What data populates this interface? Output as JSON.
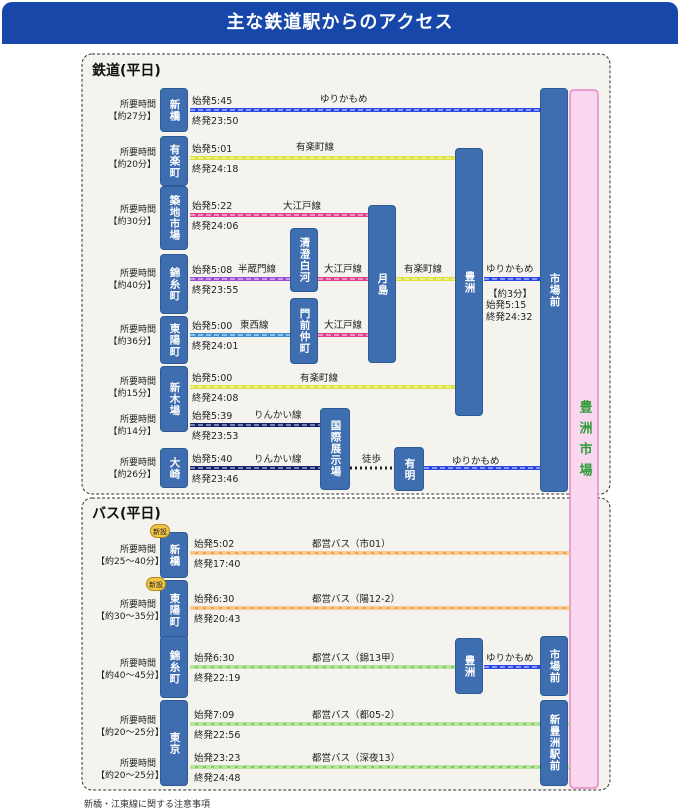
{
  "page_title": "主な鉄道駅からのアクセス",
  "sections": {
    "rail": "鉄道(平日)",
    "bus": "バス(平日)"
  },
  "colors": {
    "header": "#1747a8",
    "station": "#3f6eb0",
    "yurikamome": "#2b46e6",
    "yurakucho": "#dde23c",
    "oedo": "#e0408e",
    "hanzomon": "#9a4ed8",
    "tozai": "#3a8fd0",
    "rinkai": "#12236b",
    "bus_orange": "#f6a040",
    "bus_green": "#7ed152",
    "market": "#f9d7ef",
    "market_border": "#e887c8",
    "badge": "#f3c648"
  },
  "stations": {
    "shimbashi": "新橋",
    "yurakucho": "有楽町",
    "tsukijishijo": "築地市場",
    "ryogoku": "錦糸町",
    "higashiginza_rail": "東陽町",
    "shinkiba": "新木場",
    "osaki": "大崎",
    "kiyosumi": "清澄白河",
    "monzen": "門前仲町",
    "tsukishima": "月島",
    "toyosu": "豊洲",
    "shijomae": "市場前",
    "kokusai": "国際展示場",
    "ariake": "有明",
    "market": "豊洲市場",
    "bus_shimbashi": "新橋",
    "bus_toyocho": "東陽町",
    "bus_kinshicho": "錦糸町",
    "bus_tokyo": "東京",
    "bus_toyosu": "豊洲",
    "bus_shijomae": "市場前",
    "shintoyosu": "新豊洲駅前"
  },
  "rail_rows": [
    {
      "req1": "所要時間",
      "req2": "【約27分】",
      "first": "始発5:45",
      "last": "終発23:50",
      "line": "ゆりかもめ"
    },
    {
      "req1": "所要時間",
      "req2": "【約20分】",
      "first": "始発5:01",
      "last": "終発24:18",
      "line": "有楽町線"
    },
    {
      "req1": "所要時間",
      "req2": "【約30分】",
      "first": "始発5:22",
      "last": "終発24:06",
      "line": "大江戸線"
    },
    {
      "req1": "所要時間",
      "req2": "【約40分】",
      "first": "始発5:08",
      "last": "終発23:55",
      "line": "半蔵門線",
      "line2": "大江戸線"
    },
    {
      "req1": "所要時間",
      "req2": "【約36分】",
      "first": "始発5:00",
      "last": "終発24:01",
      "line": "東西線",
      "line2": "大江戸線"
    },
    {
      "req1": "所要時間",
      "req2": "【約15分】",
      "first": "始発5:00",
      "last": "終発24:08",
      "line": "有楽町線"
    },
    {
      "req1": "所要時間",
      "req2": "【約14分】",
      "first": "始発5:39",
      "last": "終発23:53",
      "line": "りんかい線"
    },
    {
      "req1": "所要時間",
      "req2": "【約26分】",
      "first": "始発5:40",
      "last": "終発23:46",
      "line": "りんかい線",
      "walk": "徒歩",
      "line2": "ゆりかもめ"
    }
  ],
  "rail_extra": {
    "yurakucho_line": "有楽町線",
    "yurikamome": "ゆりかもめ",
    "toyosu_time": "【約3分】",
    "toyosu_first": "始発5:15",
    "toyosu_last": "終発24:32"
  },
  "bus_rows": [
    {
      "req1": "所要時間",
      "req2": "【約25～40分】",
      "first": "始発5:02",
      "last": "終発17:40",
      "line": "都営バス（市01）"
    },
    {
      "req1": "所要時間",
      "req2": "【約30～35分】",
      "first": "始発6:30",
      "last": "終発20:43",
      "line": "都営バス（陽12-2）"
    },
    {
      "req1": "所要時間",
      "req2": "【約40～45分】",
      "first": "始発6:30",
      "last": "終発22:19",
      "line": "都営バス（錦13甲）",
      "line2": "ゆりかもめ"
    },
    {
      "req1": "所要時間",
      "req2": "【約20～25分】",
      "first": "始発7:09",
      "last": "終発22:56",
      "line": "都営バス（都05-2）"
    },
    {
      "req1": "所要時間",
      "req2": "【約20～25分】",
      "first": "始発23:23",
      "last": "終発24:48",
      "line": "都営バス（深夜13）"
    }
  ],
  "badges": [
    "新設",
    "新設"
  ],
  "footnote": "新橋・江東線に関する注意事項"
}
